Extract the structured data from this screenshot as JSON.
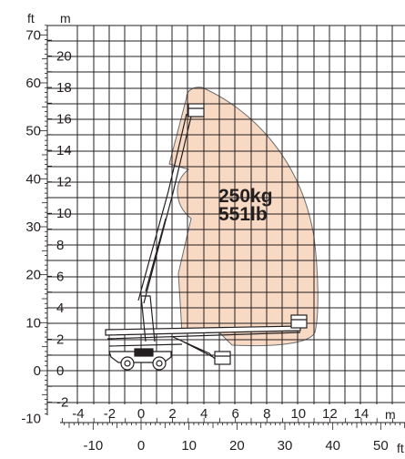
{
  "diagram": {
    "units": {
      "ft_top": "ft",
      "m_top": "m",
      "m_right": "m",
      "ft_right": "ft"
    },
    "load": {
      "line1": "250kg",
      "line2": "551lb"
    },
    "height_ft_labels": [
      {
        "v": 70,
        "text": "70"
      },
      {
        "v": 60,
        "text": "60"
      },
      {
        "v": 50,
        "text": "50"
      },
      {
        "v": 40,
        "text": "40"
      },
      {
        "v": 30,
        "text": "30"
      },
      {
        "v": 20,
        "text": "20"
      },
      {
        "v": 10,
        "text": "10"
      },
      {
        "v": 0,
        "text": "0"
      },
      {
        "v": -10,
        "text": "-10"
      }
    ],
    "height_m_labels": [
      {
        "v": 20,
        "text": "20"
      },
      {
        "v": 18,
        "text": "18"
      },
      {
        "v": 16,
        "text": "16"
      },
      {
        "v": 14,
        "text": "14"
      },
      {
        "v": 12,
        "text": "12"
      },
      {
        "v": 10,
        "text": "10"
      },
      {
        "v": 8,
        "text": "8"
      },
      {
        "v": 6,
        "text": "6"
      },
      {
        "v": 4,
        "text": "4"
      },
      {
        "v": 2,
        "text": "2"
      },
      {
        "v": 0,
        "text": "0"
      },
      {
        "v": -2,
        "text": "-2"
      }
    ],
    "outreach_m_labels": [
      {
        "v": -4,
        "text": "-4"
      },
      {
        "v": -2,
        "text": "-2"
      },
      {
        "v": 0,
        "text": "0"
      },
      {
        "v": 2,
        "text": "2"
      },
      {
        "v": 4,
        "text": "4"
      },
      {
        "v": 6,
        "text": "6"
      },
      {
        "v": 8,
        "text": "8"
      },
      {
        "v": 10,
        "text": "10"
      },
      {
        "v": 12,
        "text": "12"
      },
      {
        "v": 14,
        "text": "14"
      }
    ],
    "outreach_ft_labels": [
      {
        "v": -10,
        "text": "-10"
      },
      {
        "v": 0,
        "text": "0"
      },
      {
        "v": 10,
        "text": "10"
      },
      {
        "v": 20,
        "text": "20"
      },
      {
        "v": 30,
        "text": "30"
      },
      {
        "v": 40,
        "text": "40"
      },
      {
        "v": 50,
        "text": "50"
      }
    ],
    "colors": {
      "envelope_fill": "#f8d9c3",
      "envelope_stroke": "#6d6e71",
      "grid": "#231f20",
      "boom": "#231f20"
    }
  }
}
